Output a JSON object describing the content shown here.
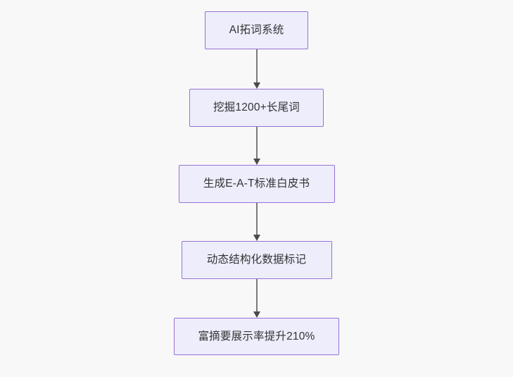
{
  "diagram": {
    "type": "flowchart",
    "direction": "top-to-bottom",
    "background_color": "#f8f8f8",
    "node_fill_color": "#ededfc",
    "node_border_color": "#9672d4",
    "node_text_color": "#333333",
    "connector_color": "#7a7a7a",
    "arrowhead_color": "#4a4a4a",
    "nodes": [
      {
        "id": "n1",
        "label": "AI拓词系统"
      },
      {
        "id": "n2",
        "label": "挖掘1200+长尾词"
      },
      {
        "id": "n3",
        "label": "生成E-A-T标准白皮书"
      },
      {
        "id": "n4",
        "label": "动态结构化数据标记"
      },
      {
        "id": "n5",
        "label": "富摘要展示率提升210%"
      }
    ],
    "edges": [
      {
        "from": "n1",
        "to": "n2",
        "arrow": "down-arrow"
      },
      {
        "from": "n2",
        "to": "n3",
        "arrow": "down-arrow"
      },
      {
        "from": "n3",
        "to": "n4",
        "arrow": "down-arrow"
      },
      {
        "from": "n4",
        "to": "n5",
        "arrow": "down-arrow"
      }
    ]
  }
}
